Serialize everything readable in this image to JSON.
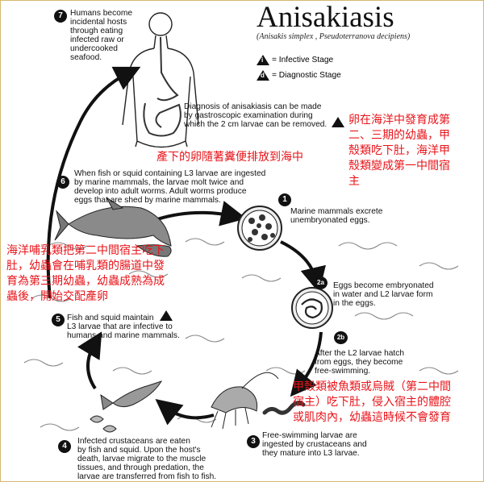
{
  "title": "Anisakiasis",
  "subtitle": "(Anisakis simplex , Pseudoterranova decipiens)",
  "legend": {
    "infective_symbol": "i",
    "infective": "= Infective Stage",
    "diagnostic_symbol": "d",
    "diagnostic": "= Diagnostic Stage"
  },
  "steps": {
    "s1": {
      "num": "1",
      "text": "Marine mammals excrete\nunembryonated eggs."
    },
    "s2a": {
      "num": "2a",
      "text": "Eggs become embryonated\nin water and L2 larvae form\nin the eggs."
    },
    "s2b": {
      "num": "2b",
      "text": "After the L2 larvae hatch\nfrom eggs, they become\nfree-swimming."
    },
    "s3": {
      "num": "3",
      "text": "Free-swimming larvae are\ningested by crustaceans and\nthey mature into L3 larvae."
    },
    "s4": {
      "num": "4",
      "text": "Infected crustaceans are eaten\nby fish and squid.  Upon the host's\ndeath, larvae migrate to the muscle\ntissues, and through predation, the\nlarvae are transferred from fish to fish."
    },
    "s5": {
      "num": "5",
      "text": "Fish and squid maintain\nL3 larvae that are infective to\nhumans and marine mammals."
    },
    "s6": {
      "num": "6",
      "text": "When fish or squid containing L3 larvae are ingested\nby marine mammals, the larvae molt twice and\ndevelop into adult worms.  Adult worms produce\neggs that are shed by marine mammals."
    },
    "s7": {
      "num": "7",
      "text": "Humans become\nincidental hosts\nthrough eating\ninfected raw or\nundercooked\nseafood."
    }
  },
  "diagnosis": "Diagnosis of anisakiasis can be made\nby gastroscopic examination during\nwhich the 2 cm larvae can be removed.",
  "annotations": {
    "eggs_sea": "卵在海洋中發育成第\n二、三期的幼蟲，甲\n殼類吃下肚，海洋甲\n殼類變成第一中間宿\n主",
    "eggs_excreted": "產下的卵隨著糞便排放到海中",
    "mammal": "海洋哺乳類把第二中間宿主吃下\n肚，幼蟲會在哺乳類的腸道中發\n育為第三期幼蟲，幼蟲成熟為成\n蟲後，開始交配產卵",
    "crustacean": "甲殼類被魚類或烏賊（第二中間\n宿主）吃下肚，侵入宿主的體腔\n或肌肉內，幼蟲這時候不會發育"
  },
  "colors": {
    "annotation": "#e8141a",
    "frame": "#d6b870"
  }
}
